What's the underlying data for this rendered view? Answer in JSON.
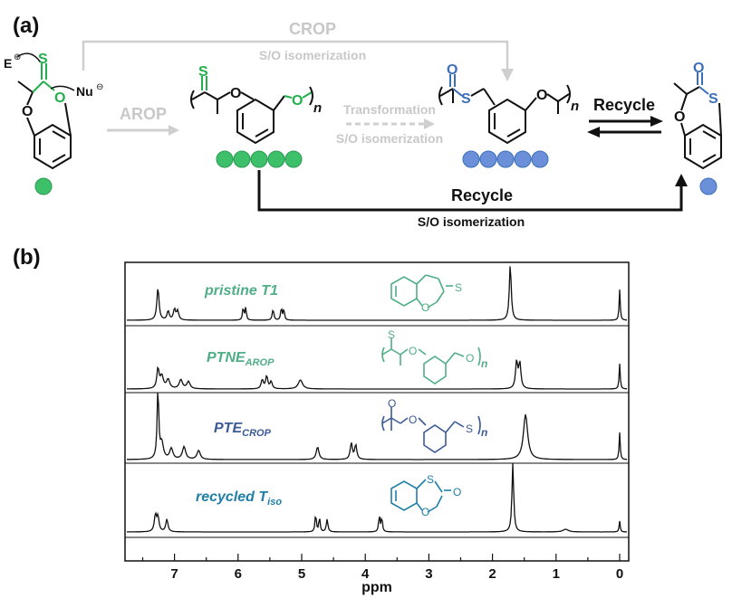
{
  "panel_a": {
    "label": "(a)",
    "crop": "CROP",
    "crop_sub": "S/O isomerization",
    "arop": "AROP",
    "transformation": "Transformation",
    "transformation_sub": "S/O isomerization",
    "recycle_right": "Recycle",
    "recycle_bottom": "Recycle",
    "recycle_bottom_sub": "S/O isomerization",
    "electrophile": "E",
    "nucleophile": "Nu",
    "subscript_n": "n",
    "atoms": {
      "S": "S",
      "O": "O"
    },
    "colors": {
      "green": "#22b04a",
      "blue": "#3a6fb8",
      "circle_green": "#3ec06a",
      "circle_blue": "#6b8fd8",
      "gray": "#c8c8c8"
    }
  },
  "panel_b": {
    "label": "(b)",
    "xlabel": "ppm",
    "ticks": [
      "7",
      "6",
      "5",
      "4",
      "3",
      "2",
      "1",
      "0"
    ],
    "spectra": [
      {
        "name": "pristine T1",
        "color": "#4fae86"
      },
      {
        "name": "PTNE",
        "sub": "AROP",
        "color": "#4fae86"
      },
      {
        "name": "PTE",
        "sub": "CROP",
        "color": "#3b5a96"
      },
      {
        "name": "recycled T",
        "sub": "iso",
        "color": "#1f7fa8"
      }
    ]
  }
}
